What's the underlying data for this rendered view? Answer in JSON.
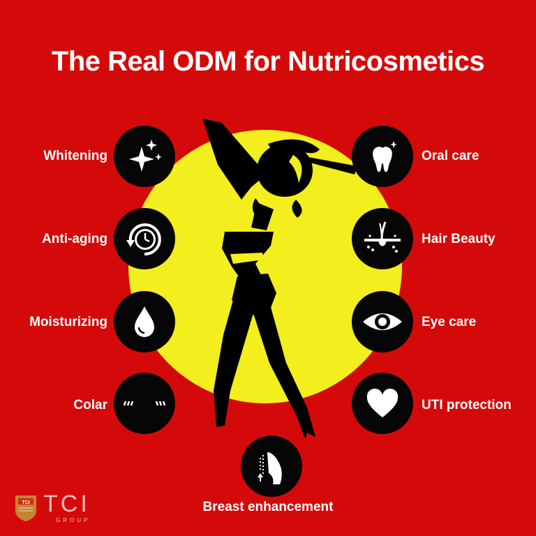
{
  "title": "The Real ODM for Nutricosmetics",
  "benefits": {
    "whitening": {
      "label": "Whitening",
      "icon": "sparkles-icon"
    },
    "anti_aging": {
      "label": "Anti-aging",
      "icon": "clock-icon"
    },
    "moisturizing": {
      "label": "Moisturizing",
      "icon": "water-drop-icon"
    },
    "colar": {
      "label": "Colar",
      "icon": "collagen-strokes-icon"
    },
    "oral_care": {
      "label": "Oral care",
      "icon": "tooth-icon"
    },
    "hair_beauty": {
      "label": "Hair Beauty",
      "icon": "hair-follicle-icon"
    },
    "eye_care": {
      "label": "Eye care",
      "icon": "eye-icon"
    },
    "uti_protection": {
      "label": "UTI protection",
      "icon": "heart-icon"
    },
    "breast_enhancement": {
      "label": "Breast enhancement",
      "icon": "breast-profile-icon"
    }
  },
  "logo": {
    "name": "TCI",
    "subtitle": "GROUP",
    "badge_text": "TCI"
  },
  "colors": {
    "background": "#d40a0a",
    "sun": "#f3ee1d",
    "badge": "#060606",
    "text": "#ffffff"
  }
}
